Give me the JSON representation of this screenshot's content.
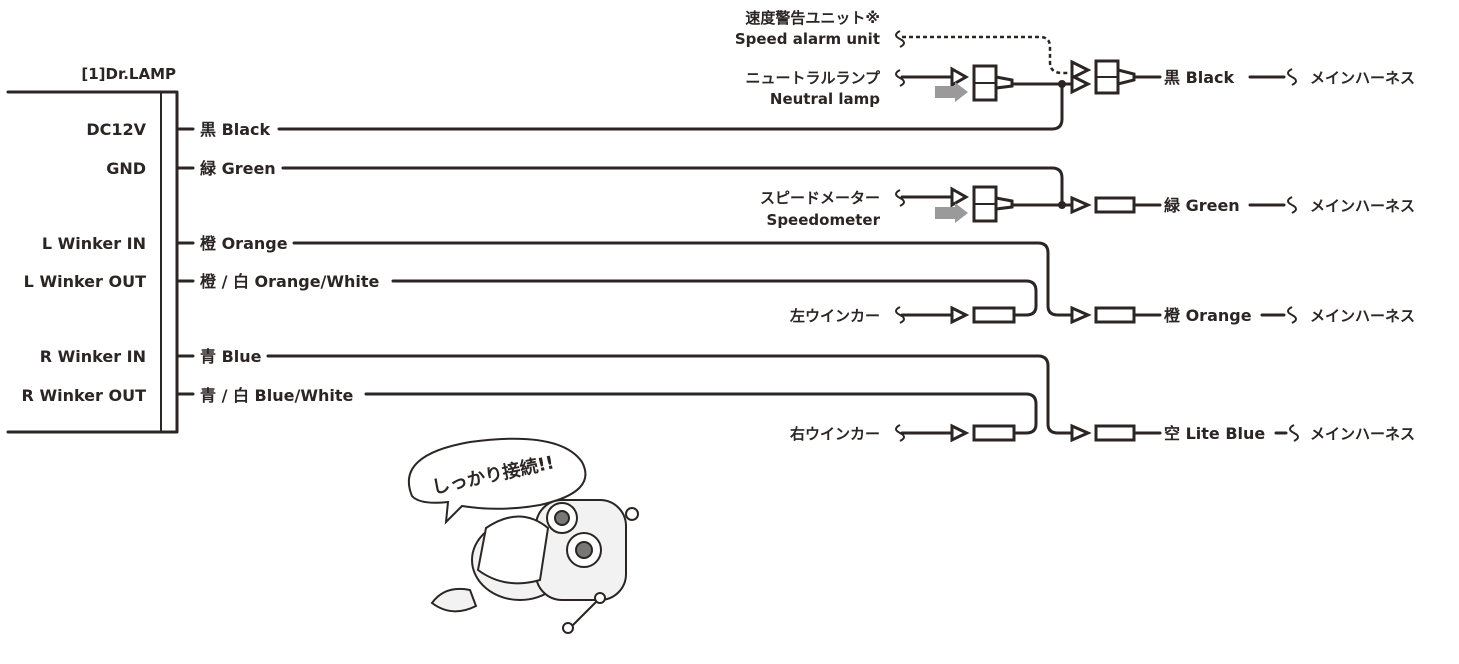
{
  "unit_box": {
    "label": "[1]Dr.LAMP"
  },
  "terminals": [
    {
      "pin": "DC12V",
      "wire": "黒 Black"
    },
    {
      "pin": "GND",
      "wire": "緑 Green"
    },
    {
      "pin": "L Winker IN",
      "wire": "橙 Orange"
    },
    {
      "pin": "L Winker OUT",
      "wire": "橙 / 白 Orange/White"
    },
    {
      "pin": "R Winker IN",
      "wire": "青 Blue"
    },
    {
      "pin": "R Winker OUT",
      "wire": "青 / 白 Blue/White"
    }
  ],
  "devices": {
    "speed_alarm_jp": "速度警告ユニット※",
    "speed_alarm_en": "Speed alarm unit",
    "neutral_jp": "ニュートラルランプ",
    "neutral_en": "Neutral lamp",
    "speedo_jp": "スピードメーター",
    "speedo_en": "Speedometer",
    "left_winker": "左ウインカー",
    "right_winker": "右ウインカー"
  },
  "harness_outputs": [
    {
      "wire": "黒 Black",
      "dest": "メインハーネス"
    },
    {
      "wire": "緑 Green",
      "dest": "メインハーネス"
    },
    {
      "wire": "橙 Orange",
      "dest": "メインハーネス"
    },
    {
      "wire": "空 Lite Blue",
      "dest": "メインハーネス"
    }
  ],
  "speech_bubble": "しっかり接続!!",
  "colors": {
    "line": "#2b2523",
    "arrow_gray": "#9a9a9a",
    "background": "#ffffff"
  }
}
